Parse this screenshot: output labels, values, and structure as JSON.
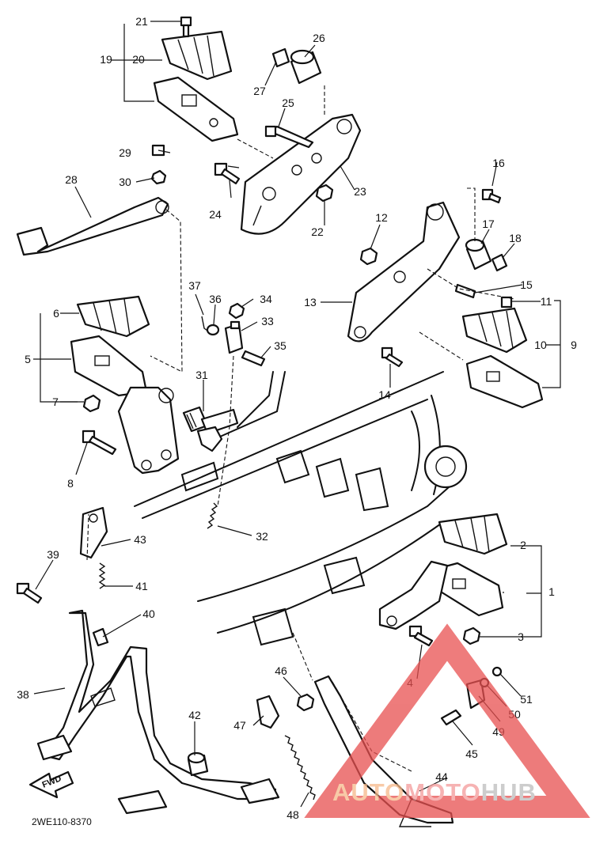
{
  "diagram": {
    "part_code": "2WE110-8370",
    "fwd_label": "FWD",
    "callouts": [
      "1",
      "2",
      "3",
      "4",
      "5",
      "6",
      "7",
      "8",
      "9",
      "10",
      "11",
      "12",
      "13",
      "14",
      "15",
      "16",
      "17",
      "18",
      "19",
      "20",
      "21",
      "22",
      "23",
      "24",
      "25",
      "26",
      "27",
      "28",
      "29",
      "30",
      "31",
      "32",
      "33",
      "34",
      "35",
      "36",
      "37",
      "38",
      "39",
      "40",
      "41",
      "42",
      "43",
      "44",
      "45",
      "46",
      "47",
      "48",
      "49",
      "50",
      "51"
    ]
  },
  "watermark": {
    "part1": "AUTO",
    "part2": "MOTO",
    "part3": "HUB",
    "colors": {
      "part1": "#f6b98a",
      "part2": "#f39a9a",
      "part3": "#bdbdbd",
      "triangle": "#e85050"
    }
  }
}
